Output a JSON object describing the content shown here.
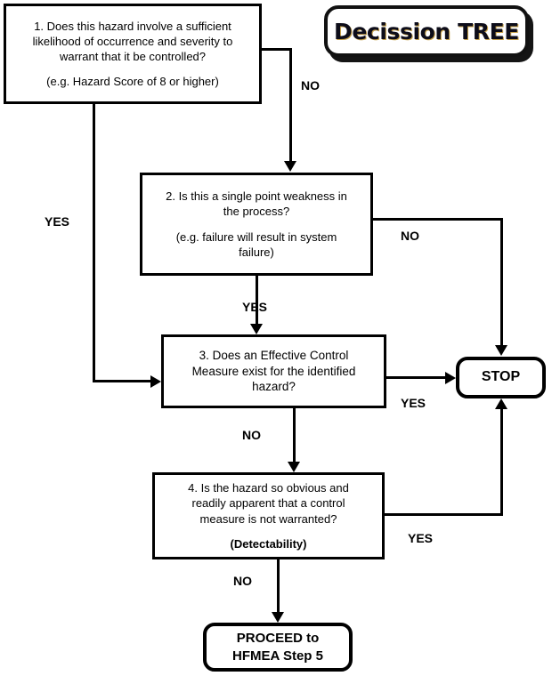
{
  "title": {
    "text": "Decission TREE"
  },
  "nodes": {
    "q1": {
      "number": "1.",
      "line1": "1. Does this hazard involve a sufficient",
      "line2": "likelihood of occurrence and severity to",
      "line3": "warrant that it be controlled?",
      "example": "(e.g. Hazard Score of 8 or higher)"
    },
    "q2": {
      "line1": "2. Is this a single point weakness in",
      "line2": "the process?",
      "example1": "(e.g. failure will result in system",
      "example2": "failure)"
    },
    "q3": {
      "line1": "3. Does an Effective Control",
      "line2": "Measure exist for the identified",
      "line3": "hazard?"
    },
    "q4": {
      "line1": "4. Is the hazard so obvious and",
      "line2": "readily apparent that a control",
      "line3": "measure is not warranted?",
      "note": "(Detectability)"
    },
    "stop": {
      "label": "STOP"
    },
    "proceed": {
      "line1": "PROCEED to",
      "line2": "HFMEA Step 5"
    }
  },
  "edges": {
    "q1_no": "NO",
    "q1_yes": "YES",
    "q2_no": "NO",
    "q2_yes": "YES",
    "q3_yes": "YES",
    "q3_no": "NO",
    "q4_yes": "YES",
    "q4_no": "NO"
  },
  "colors": {
    "stroke": "#000000",
    "background": "#ffffff",
    "title_text": "#0d0d1a"
  }
}
